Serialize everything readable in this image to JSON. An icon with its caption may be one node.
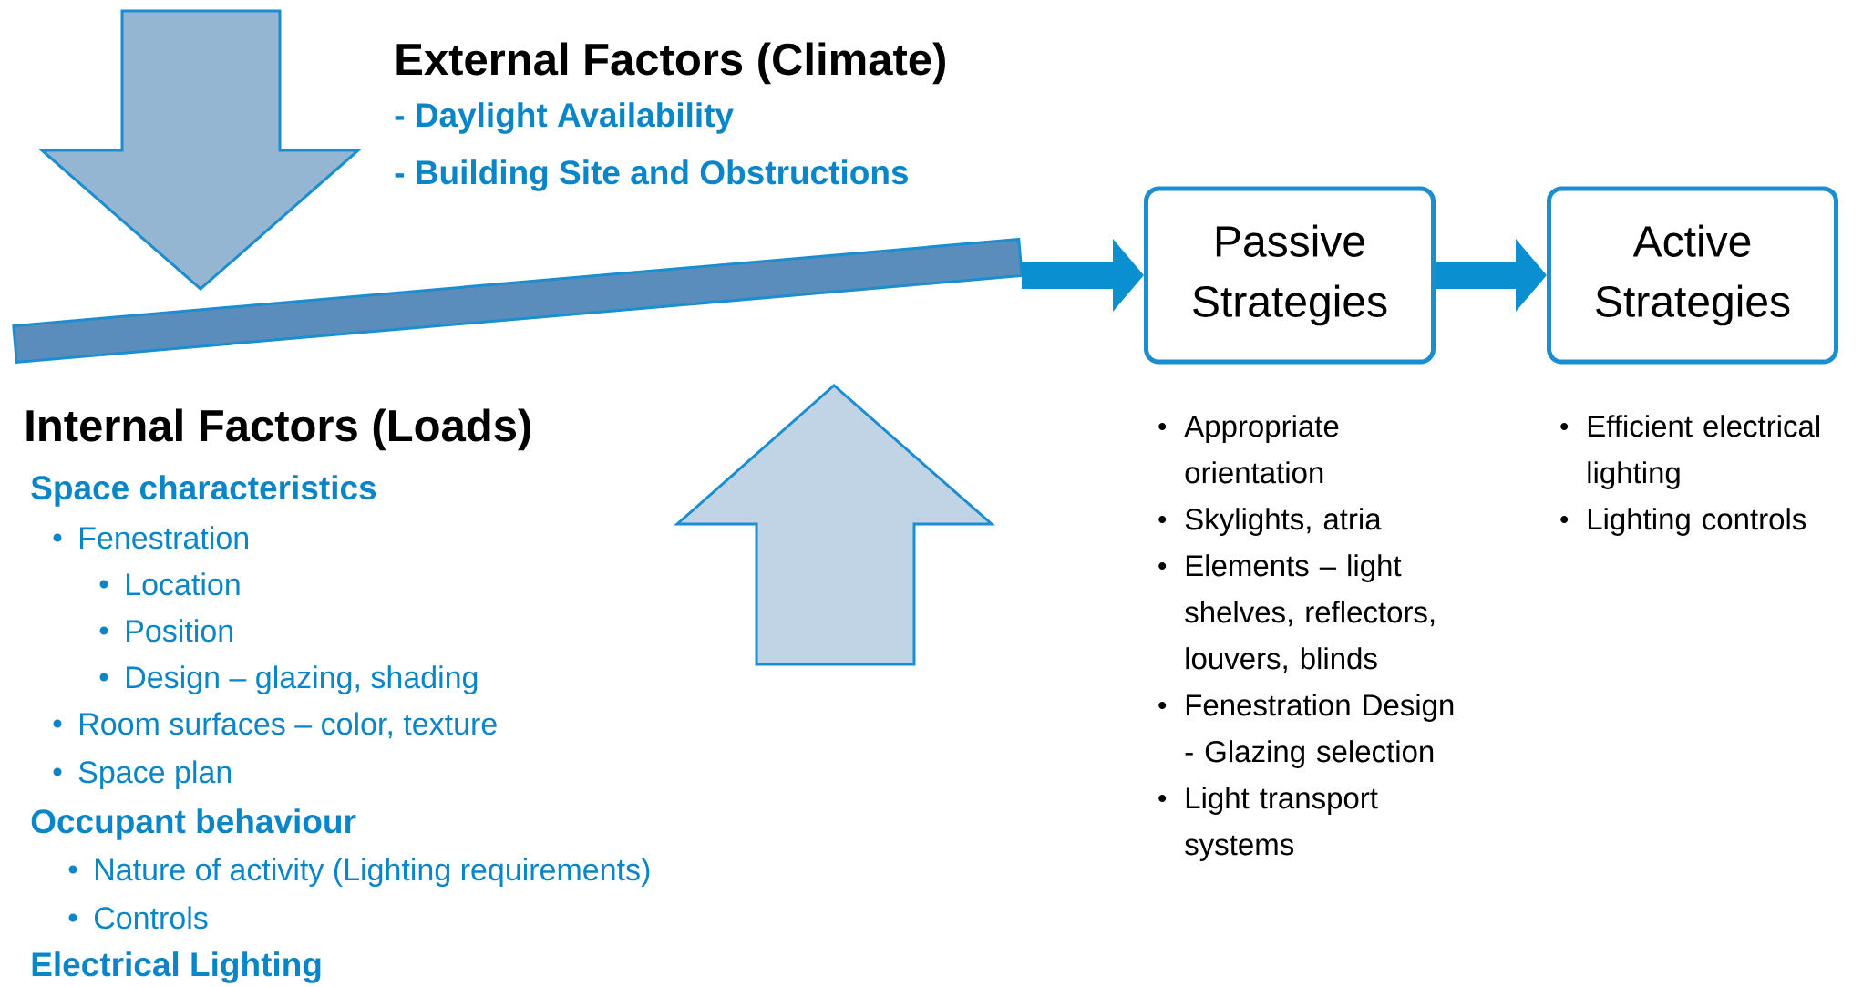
{
  "diagram": {
    "nodes": [
      {
        "text": [],
        "shape": "bar"
      },
      {
        "text": [
          "Passive Strategies"
        ],
        "beside": [
          "Appropriate orientation",
          "Skylights, atria",
          "Elements – light shelves, reflectors, louvers, blinds",
          "Fenestration Design - Glazing selection",
          "Light transport systems"
        ]
      },
      {
        "text": [
          "Active Strategies"
        ],
        "beside": [
          "Efficient electrical lighting",
          "Lighting controls"
        ]
      }
    ],
    "edges": [
      {
        "from": 0,
        "to": 1,
        "arrow": "to"
      },
      {
        "from": 1,
        "to": 2,
        "arrow": "to"
      }
    ],
    "labels": [
      "External Factors (Climate)",
      "- Daylight Availability",
      "- Building Site and Obstructions",
      "Internal Factors (Loads)",
      "Space characteristics",
      "Fenestration",
      "Location",
      "Position",
      "Design – glazing, shading",
      "Room surfaces – color, texture",
      "Space plan",
      "Occupant behaviour",
      "Nature of activity (Lighting requirements)",
      "Controls",
      "Electrical Lighting"
    ]
  }
}
